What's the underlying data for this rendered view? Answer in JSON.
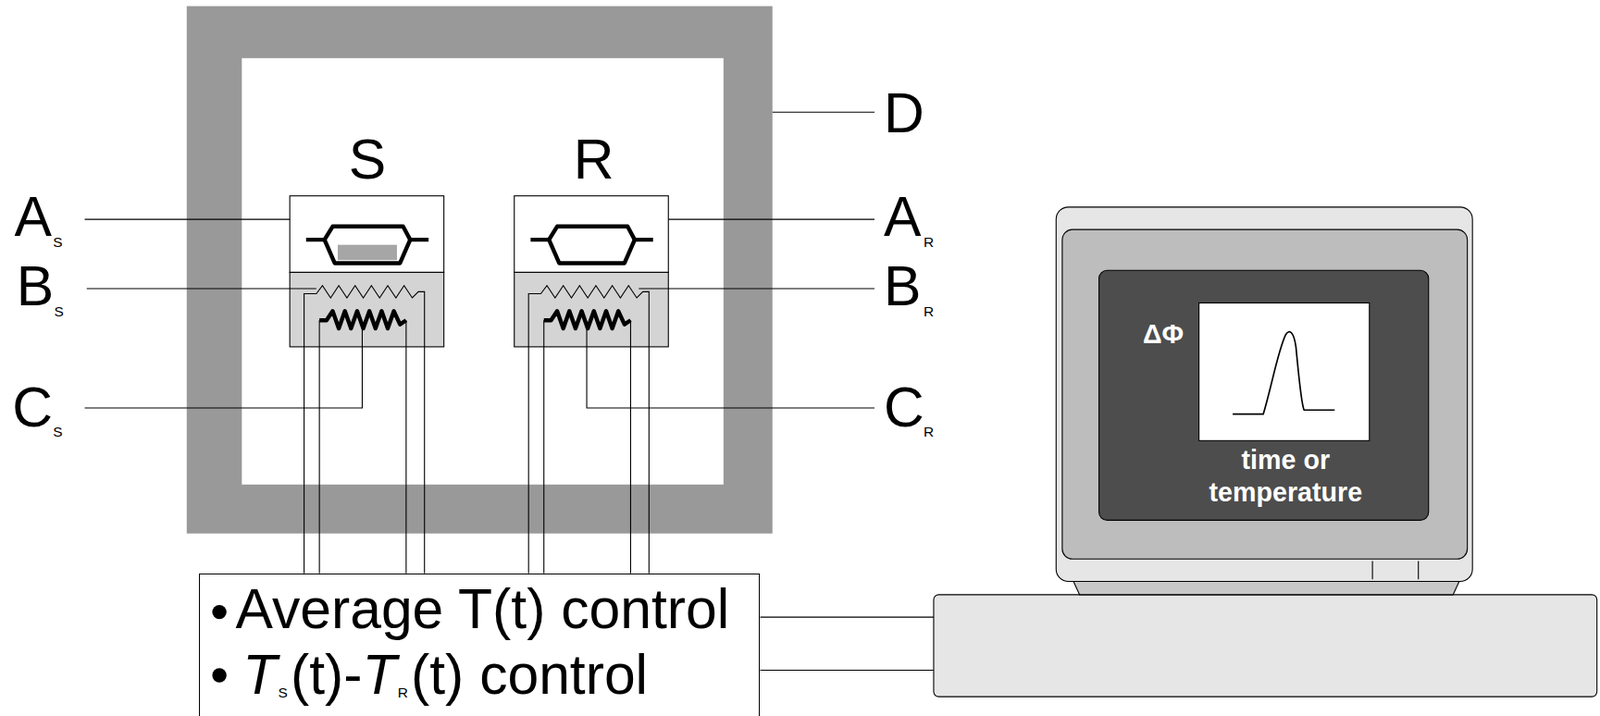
{
  "diagram": {
    "nodes": [
      {
        "text": [
          "Average T(t) control",
          "T",
          "S",
          "(t)-",
          "T",
          "R",
          "(t) control"
        ]
      },
      {
        "text": [
          "ΔΦ",
          "time or temperature"
        ]
      }
    ],
    "labels": [
      "D",
      "S",
      "R",
      "A",
      "S",
      "A",
      "R",
      "B",
      "S",
      "B",
      "R",
      "C",
      "S",
      "C",
      "R"
    ]
  }
}
